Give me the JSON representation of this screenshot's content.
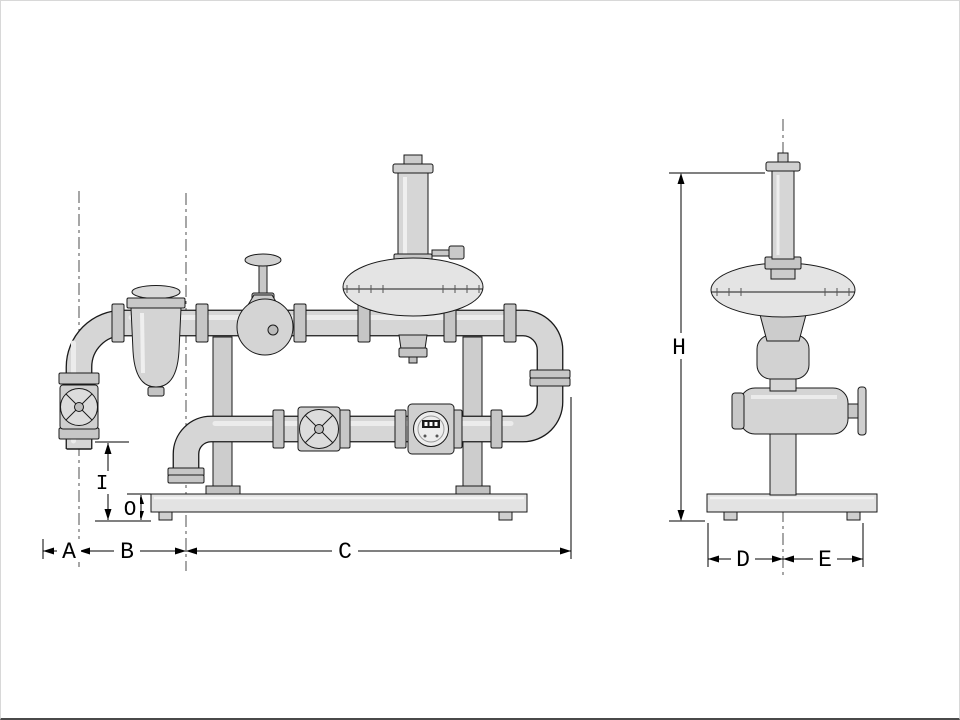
{
  "drawing": {
    "description": "Dimensioned outline drawing of a pressure regulating and metering pipe assembly, front view and side view",
    "colors": {
      "line": "#1a1a1a",
      "metal_light": "#e6e6e6",
      "metal_mid": "#d6d6d6",
      "metal_dark": "#c6c6c6",
      "background": "#ffffff"
    }
  },
  "dimensions": {
    "front_view": {
      "A": "A",
      "B": "B",
      "C": "C",
      "I": "I",
      "O": "O"
    },
    "side_view": {
      "D": "D",
      "E": "E",
      "H": "H"
    }
  }
}
